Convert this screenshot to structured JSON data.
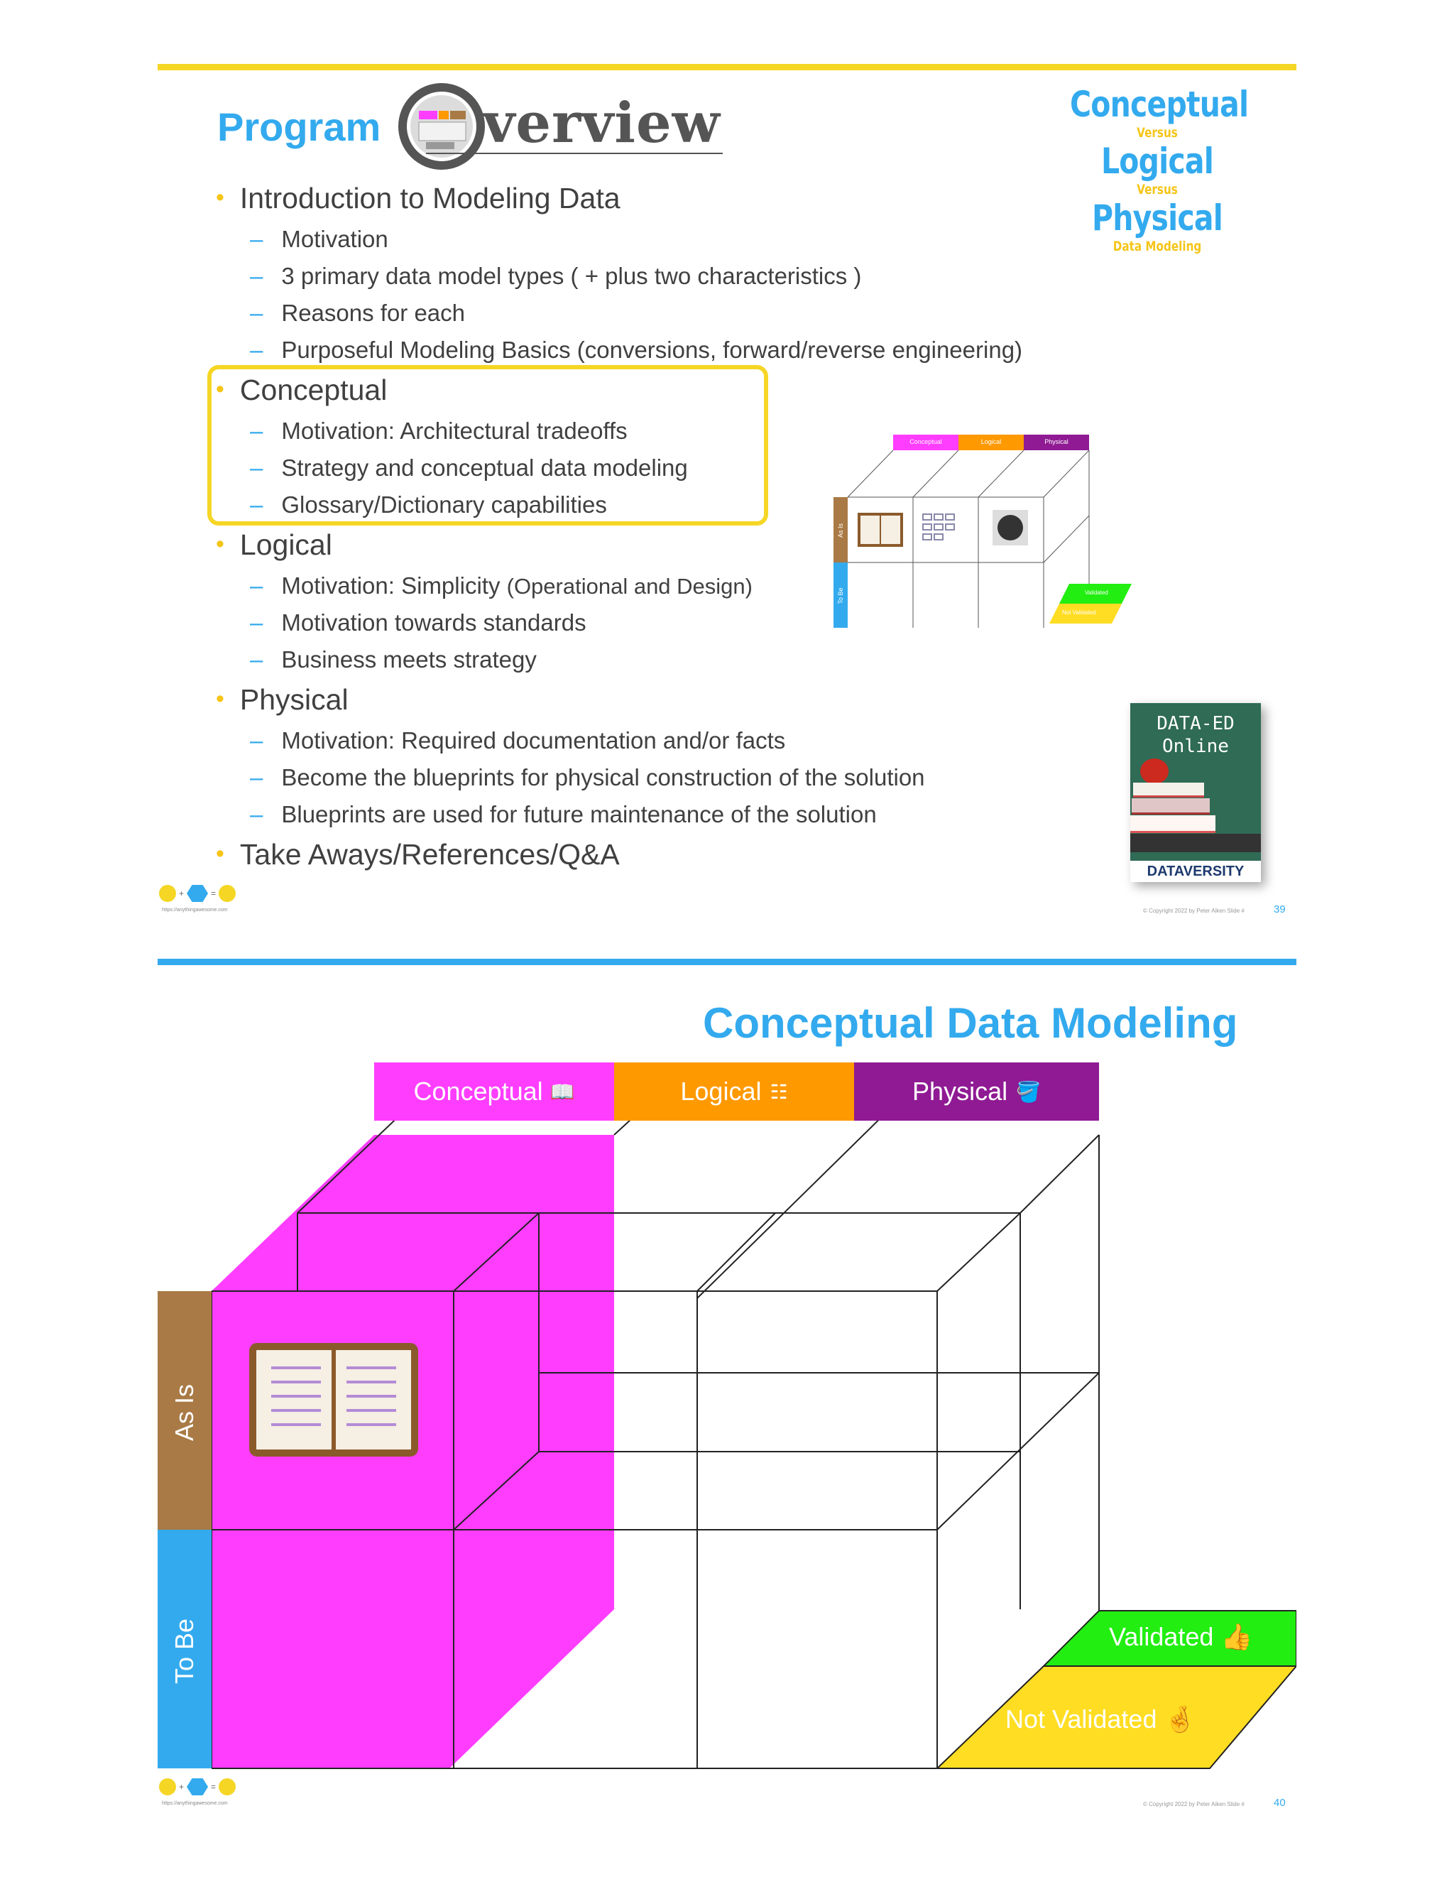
{
  "slide39": {
    "title_word": "Program",
    "title_o_graphic_text": "O",
    "title_rest": "verview",
    "side_title": {
      "line1": "Conceptual",
      "versus1": "Versus",
      "line2": "Logical",
      "versus2": "Versus",
      "line3": "Physical",
      "tag": "Data Modeling"
    },
    "sections": [
      {
        "label": "Introduction to Modeling Data",
        "items": [
          "Motivation",
          "3 primary data model types ( + plus two characteristics )",
          "Reasons for each",
          "Purposeful Modeling Basics (conversions, forward/reverse engineering)"
        ]
      },
      {
        "label": "Conceptual",
        "items": [
          "Motivation:  Architectural tradeoffs",
          "Strategy and conceptual data modeling",
          "Glossary/Dictionary capabilities"
        ]
      },
      {
        "label": "Logical",
        "items": [
          "Motivation:  Simplicity",
          "Motivation towards standards",
          "Business meets strategy"
        ],
        "note": "(Operational and Design)"
      },
      {
        "label": "Physical",
        "items": [
          "Motivation:  Required documentation and/or facts",
          "Become the blueprints for physical construction of the solution",
          "Blueprints are used for future maintenance of the solution"
        ]
      },
      {
        "label": "Take Aways/References/Q&A",
        "items": []
      }
    ],
    "thumb": {
      "conceptual": "Conceptual",
      "logical": "Logical",
      "physical": "Physical",
      "as_is": "As Is",
      "to_be": "To Be",
      "validated": "Validated",
      "not_validated": "Not Validated"
    },
    "book_promo": {
      "line1": "DATA-ED",
      "line2": "Online",
      "brand": "DATAVERSITY"
    },
    "footer": {
      "url": "https://anythingawesome.com",
      "copyright": "© Copyright    2022    by Peter Aiken    Slide #",
      "slide_number": "39"
    }
  },
  "slide40": {
    "title": "Conceptual Data Modeling",
    "tabs": {
      "conceptual": "Conceptual",
      "logical": "Logical",
      "physical": "Physical"
    },
    "rows": {
      "as_is": "As Is",
      "to_be": "To Be"
    },
    "flags": {
      "validated": "Validated",
      "not_validated": "Not Validated"
    },
    "colors": {
      "conceptual": "#ff3dff",
      "logical": "#ff9900",
      "physical": "#8f1a93",
      "as_is": "#a97a45",
      "to_be": "#33aaee",
      "validated": "#22ee11",
      "not_validated": "#ffdd22",
      "accent_yellow": "#f5d625",
      "accent_blue": "#33aaee"
    },
    "footer": {
      "url": "https://anythingawesome.com",
      "copyright": "© Copyright    2022    by Peter Aiken    Slide #",
      "slide_number": "40"
    }
  }
}
